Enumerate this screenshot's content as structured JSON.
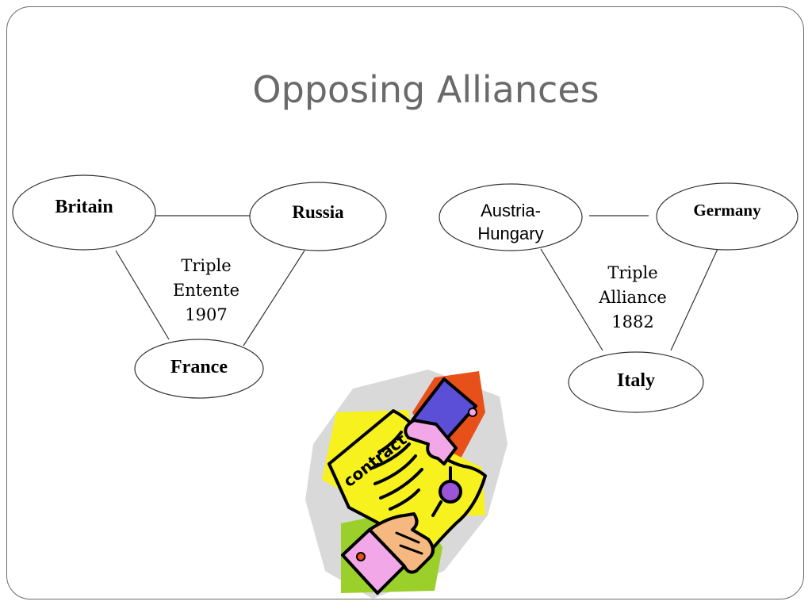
{
  "slide": {
    "title": "Opposing Alliances"
  },
  "entente": {
    "nodes": {
      "britain": "Britain",
      "russia": "Russia",
      "france": "France"
    },
    "label": [
      "Triple",
      "Entente",
      "1907"
    ]
  },
  "alliance": {
    "nodes": {
      "austria_hungary": [
        "Austria-",
        "Hungary"
      ],
      "germany": "Germany",
      "italy": "Italy"
    },
    "label": [
      "Triple",
      "Alliance",
      "1882"
    ]
  },
  "clipart": {
    "contract_text": "contract",
    "colors": {
      "orange": "#e8501a",
      "yellow": "#f7f21e",
      "grey": "#d9d9d9",
      "green": "#9bcf2a",
      "blue_cuff": "#5b4fd8",
      "pink_hand": "#f2a8e8",
      "skin_hand": "#f5b880",
      "seal": "#9b55d8"
    }
  }
}
